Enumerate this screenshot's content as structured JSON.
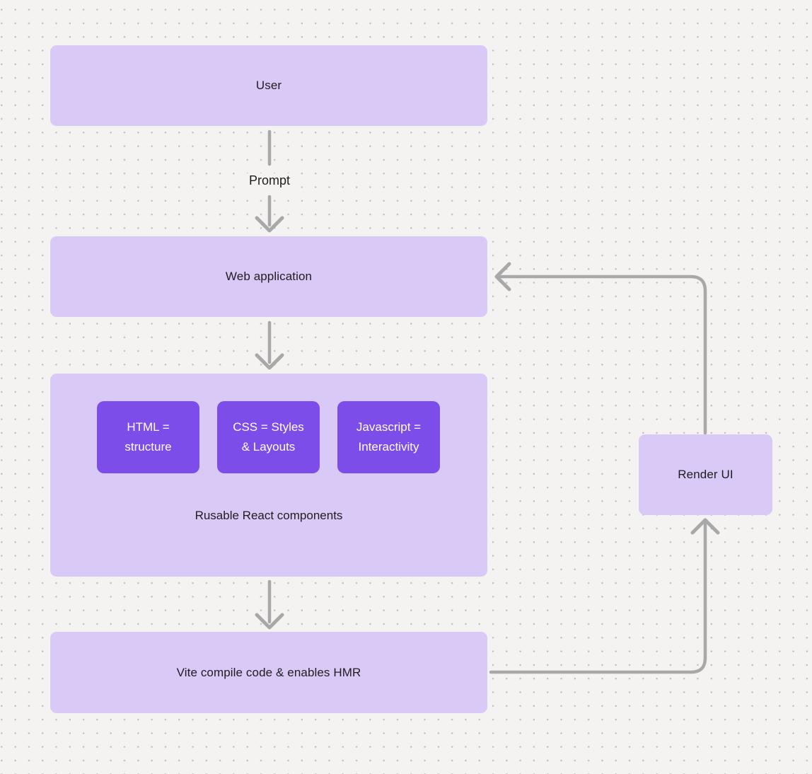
{
  "colors": {
    "background": "#f4f3f1",
    "dot": "#bfbdbb",
    "node_fill": "#d8c9f6",
    "node_text": "#1e1e20",
    "accent": "#7c4de8",
    "accent_text": "#ffffff",
    "connector": "#a8a8a8"
  },
  "nodes": {
    "user": {
      "label": "User"
    },
    "web_application": {
      "label": "Web application"
    },
    "components_group": {
      "caption": "Rusable React components"
    },
    "html": {
      "label": "HTML =\nstructure"
    },
    "css": {
      "label": "CSS = Styles\n& Layouts"
    },
    "javascript": {
      "label": "Javascript =\nInteractivity"
    },
    "vite": {
      "label": "Vite compile code & enables HMR"
    },
    "render_ui": {
      "label": "Render UI"
    }
  },
  "edges": {
    "user_to_web_application": {
      "label": "Prompt"
    }
  }
}
